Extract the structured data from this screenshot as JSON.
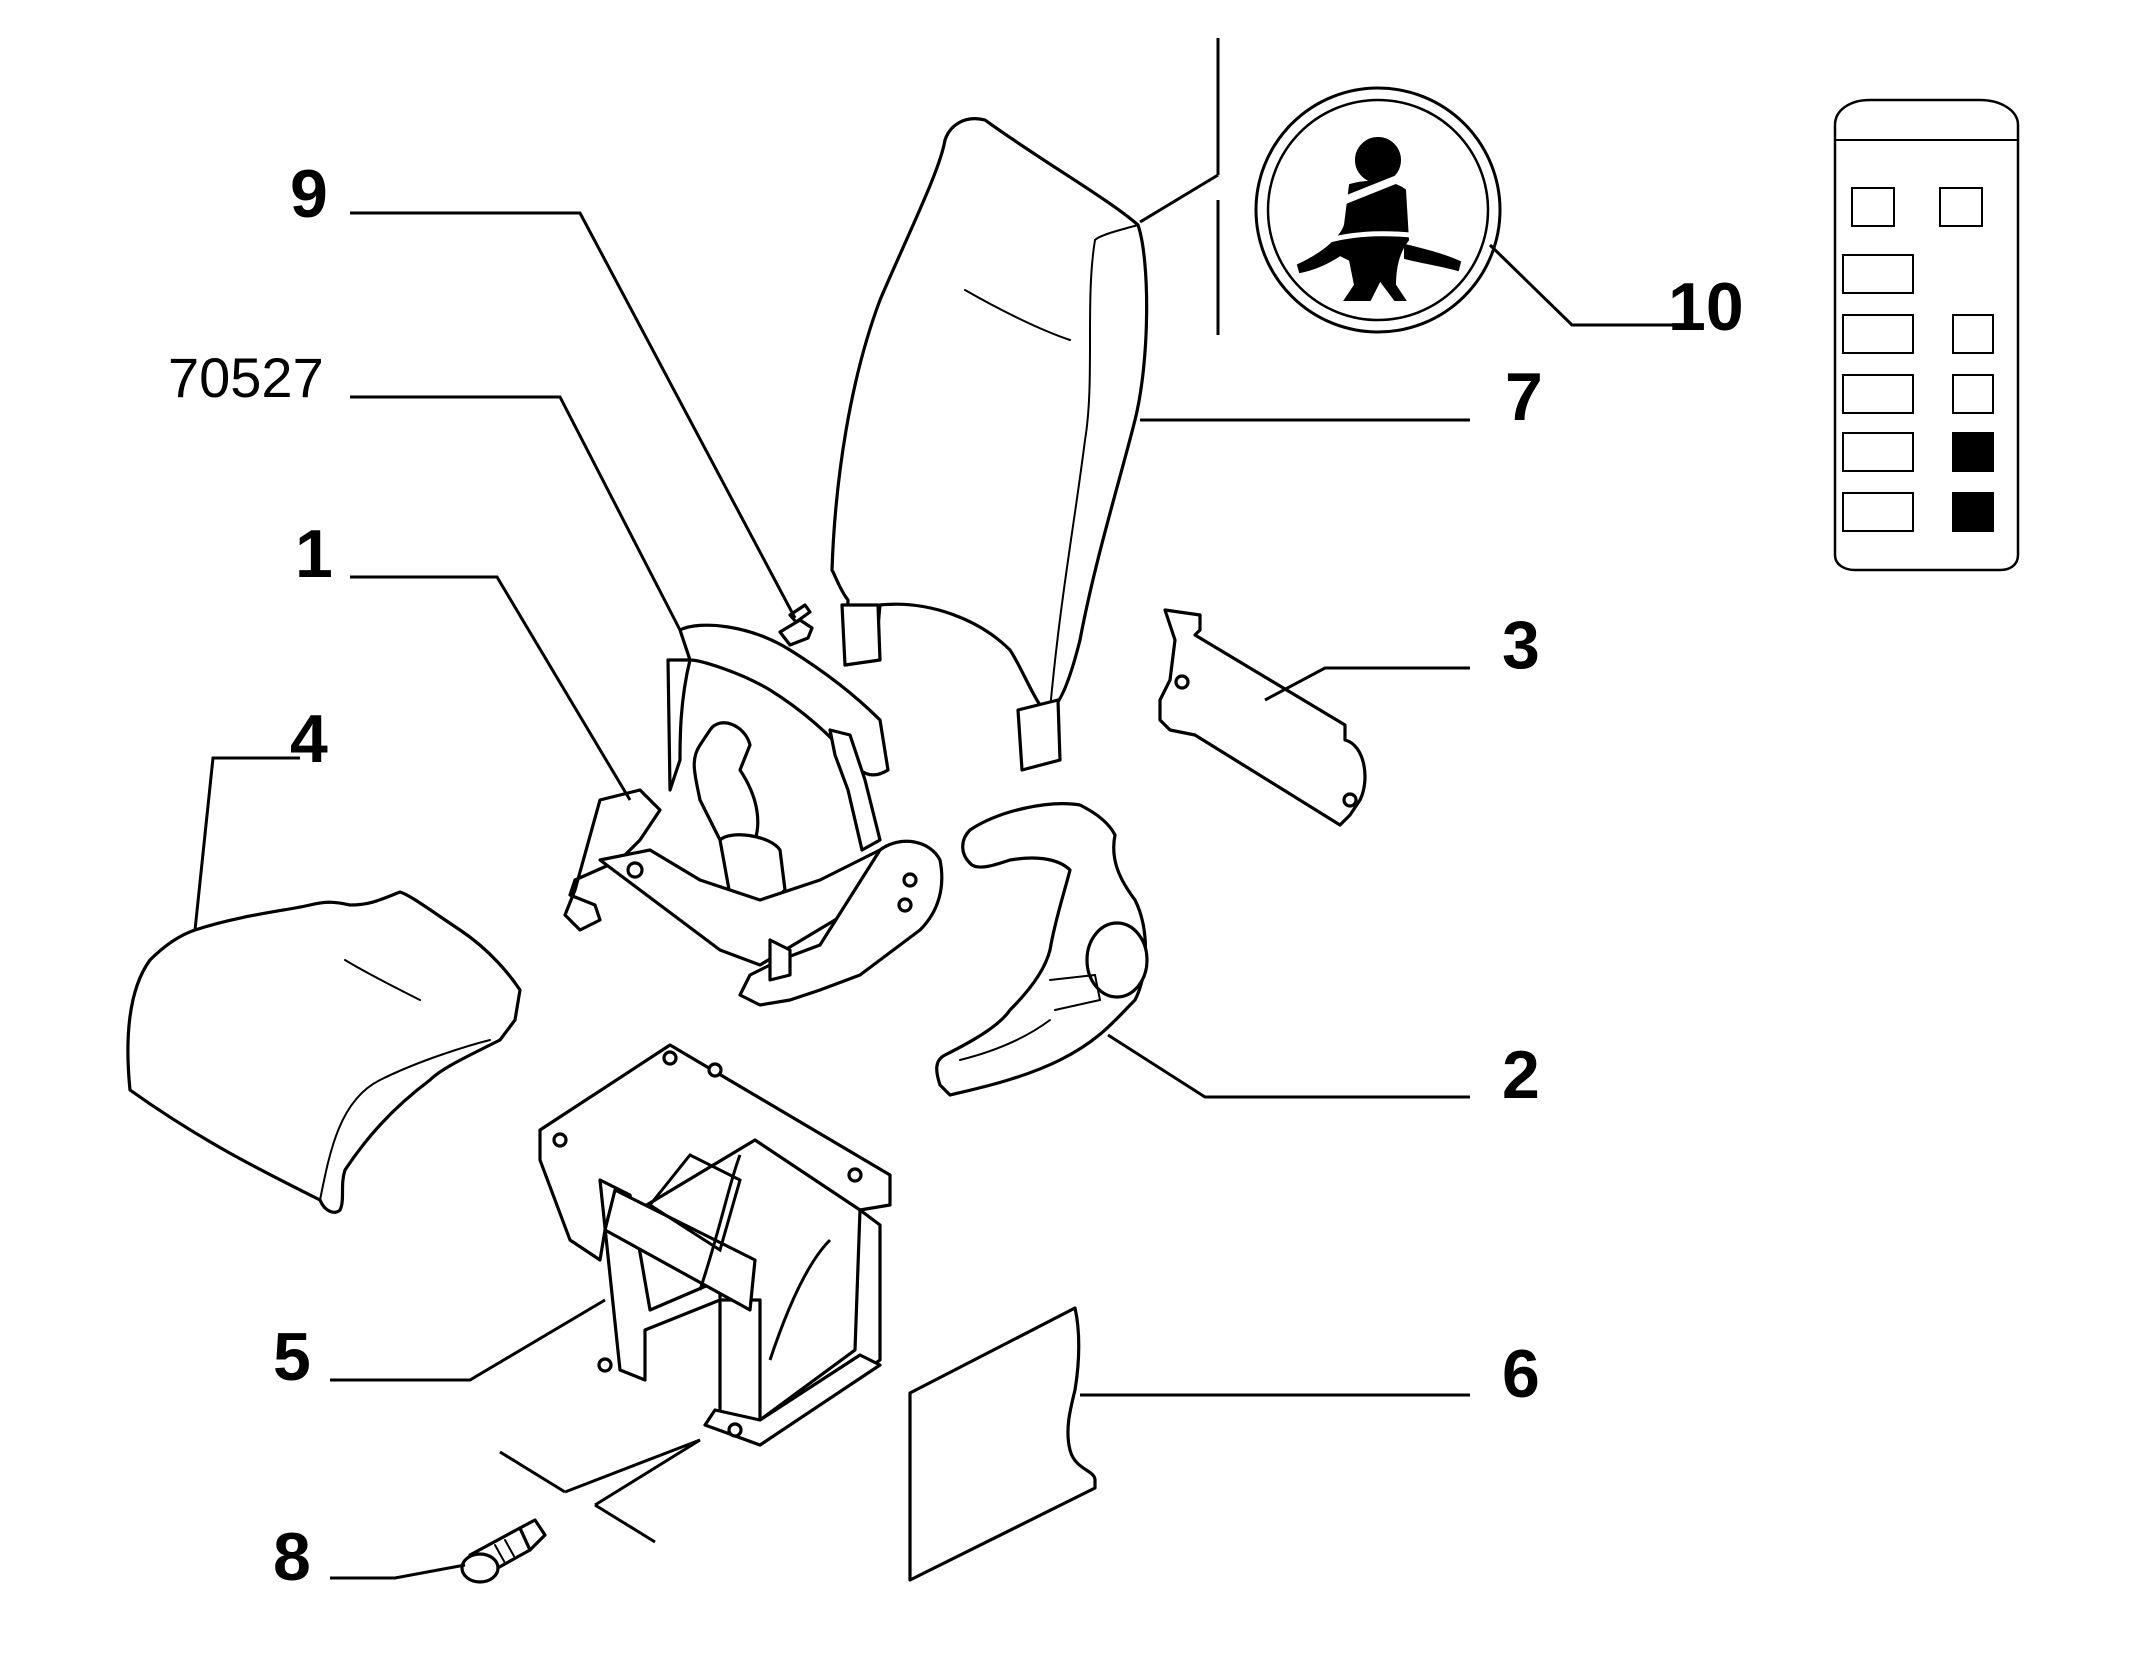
{
  "diagram": {
    "callouts": {
      "c1": "1",
      "c2": "2",
      "c3": "3",
      "c4": "4",
      "c5": "5",
      "c6": "6",
      "c7": "7",
      "c8": "8",
      "c9": "9",
      "c10": "10",
      "code": "70527"
    },
    "icons": [
      "seatbelt-warning-icon",
      "seat-layout-icon"
    ],
    "colors": {
      "line": "#000000",
      "background": "#ffffff"
    }
  }
}
